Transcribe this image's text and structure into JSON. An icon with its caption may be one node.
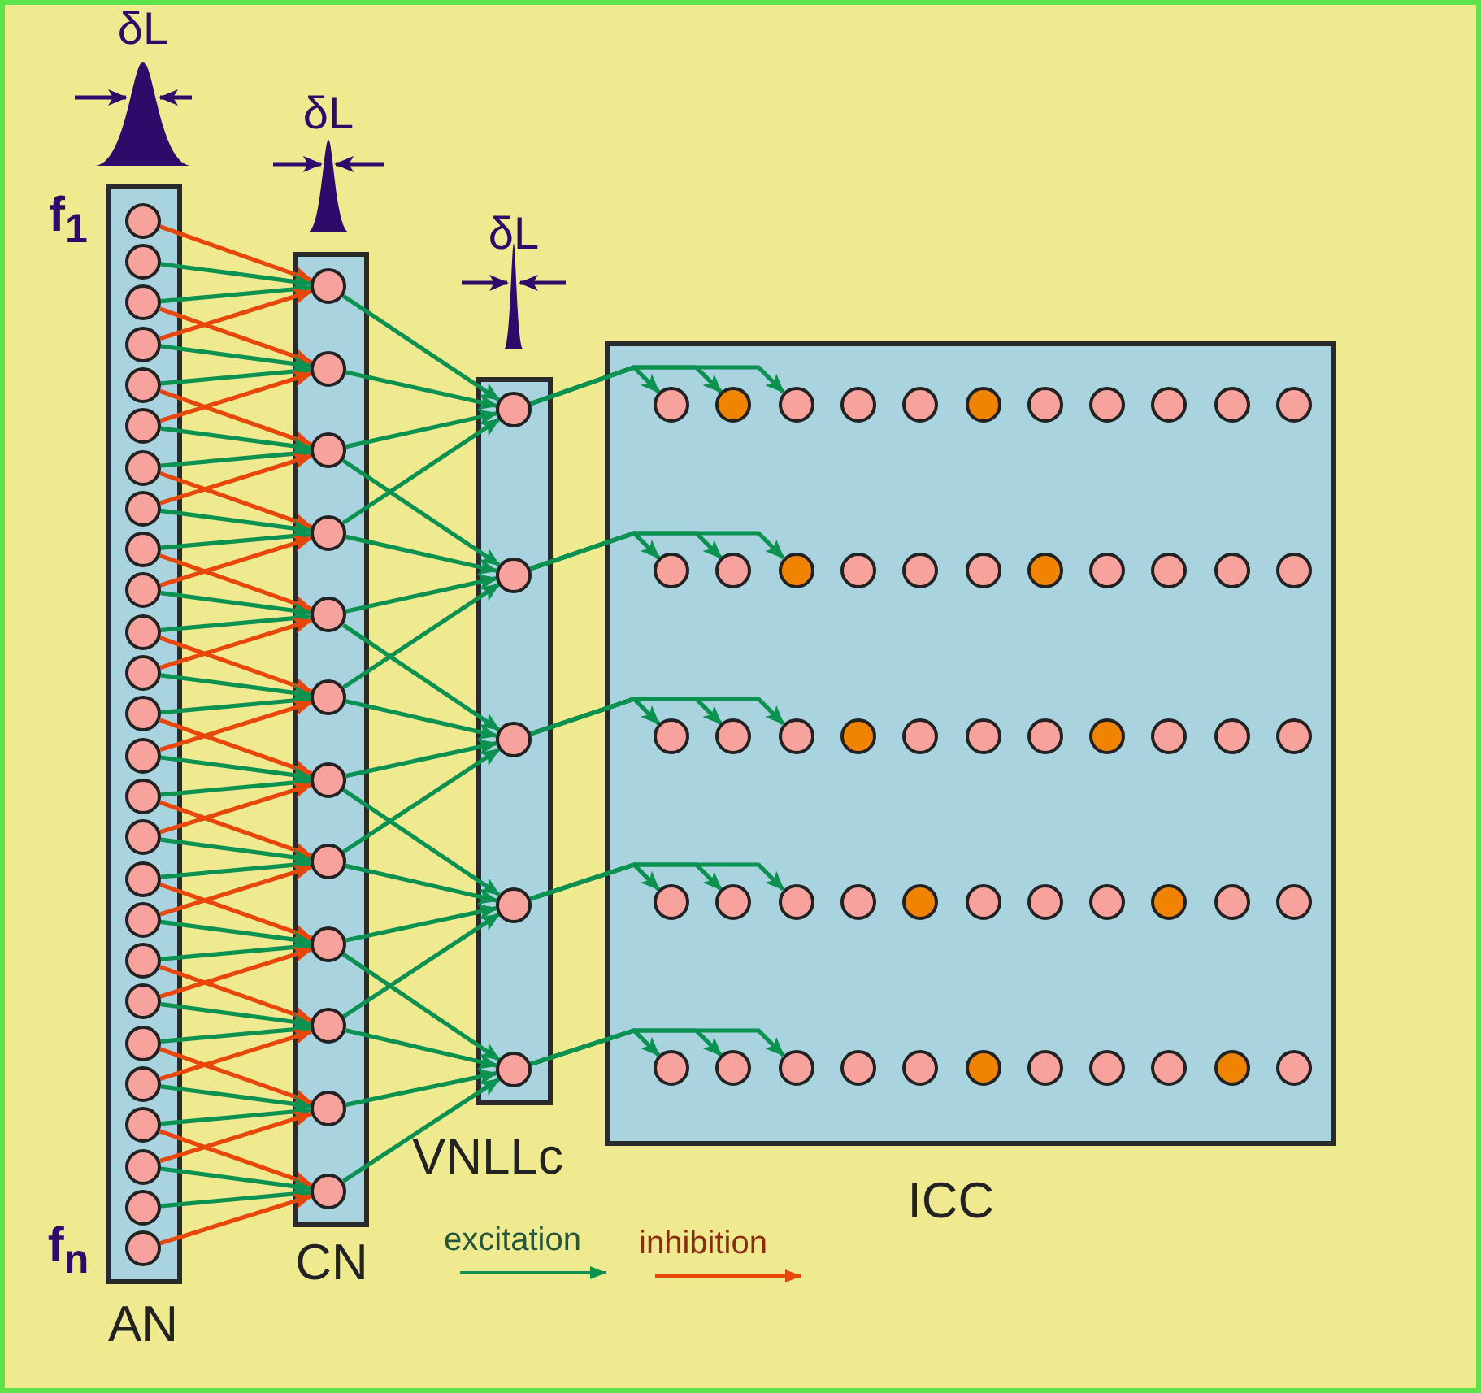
{
  "diagram": {
    "nodes": [
      {
        "text": [
          "AN"
        ]
      },
      {
        "text": [],
        "shape": "circle",
        "in": 0
      },
      {
        "text": [],
        "shape": "circle",
        "in": 0
      },
      {
        "text": [],
        "shape": "circle",
        "in": 0
      },
      {
        "text": [],
        "shape": "circle",
        "in": 0
      },
      {
        "text": [],
        "shape": "circle",
        "in": 0
      },
      {
        "text": [],
        "shape": "circle",
        "in": 0
      },
      {
        "text": [],
        "shape": "circle",
        "in": 0
      },
      {
        "text": [],
        "shape": "circle",
        "in": 0
      },
      {
        "text": [],
        "shape": "circle",
        "in": 0
      },
      {
        "text": [],
        "shape": "circle",
        "in": 0
      },
      {
        "text": [],
        "shape": "circle",
        "in": 0
      },
      {
        "text": [],
        "shape": "circle",
        "in": 0
      },
      {
        "text": [],
        "shape": "circle",
        "in": 0
      },
      {
        "text": [],
        "shape": "circle",
        "in": 0
      },
      {
        "text": [],
        "shape": "circle",
        "in": 0
      },
      {
        "text": [],
        "shape": "circle",
        "in": 0
      },
      {
        "text": [],
        "shape": "circle",
        "in": 0
      },
      {
        "text": [],
        "shape": "circle",
        "in": 0
      },
      {
        "text": [],
        "shape": "circle",
        "in": 0
      },
      {
        "text": [],
        "shape": "circle",
        "in": 0
      },
      {
        "text": [],
        "shape": "circle",
        "in": 0
      },
      {
        "text": [],
        "shape": "circle",
        "in": 0
      },
      {
        "text": [],
        "shape": "circle",
        "in": 0
      },
      {
        "text": [],
        "shape": "circle",
        "in": 0
      },
      {
        "text": [],
        "shape": "circle",
        "in": 0
      },
      {
        "text": [],
        "shape": "circle",
        "in": 0
      },
      {
        "text": [
          "CN"
        ]
      },
      {
        "text": [],
        "shape": "circle",
        "in": 27
      },
      {
        "text": [],
        "shape": "circle",
        "in": 27
      },
      {
        "text": [],
        "shape": "circle",
        "in": 27
      },
      {
        "text": [],
        "shape": "circle",
        "in": 27
      },
      {
        "text": [],
        "shape": "circle",
        "in": 27
      },
      {
        "text": [],
        "shape": "circle",
        "in": 27
      },
      {
        "text": [],
        "shape": "circle",
        "in": 27
      },
      {
        "text": [],
        "shape": "circle",
        "in": 27
      },
      {
        "text": [],
        "shape": "circle",
        "in": 27
      },
      {
        "text": [],
        "shape": "circle",
        "in": 27
      },
      {
        "text": [],
        "shape": "circle",
        "in": 27
      },
      {
        "text": [],
        "shape": "circle",
        "in": 27
      },
      {
        "text": [
          "VNLLc"
        ]
      },
      {
        "text": [],
        "shape": "circle",
        "in": 40
      },
      {
        "text": [],
        "shape": "circle",
        "in": 40
      },
      {
        "text": [],
        "shape": "circle",
        "in": 40
      },
      {
        "text": [],
        "shape": "circle",
        "in": 40
      },
      {
        "text": [],
        "shape": "circle",
        "in": 40
      },
      {
        "text": [
          "ICC"
        ]
      },
      {
        "text": [],
        "shape": "circle",
        "in": 46
      },
      {
        "text": [],
        "shape": "circle",
        "in": 46
      },
      {
        "text": [],
        "shape": "circle",
        "in": 46
      },
      {
        "text": [],
        "shape": "circle",
        "in": 46
      },
      {
        "text": [],
        "shape": "circle",
        "in": 46
      },
      {
        "text": [],
        "shape": "circle",
        "in": 46
      },
      {
        "text": [],
        "shape": "circle",
        "in": 46
      },
      {
        "text": [],
        "shape": "circle",
        "in": 46
      },
      {
        "text": [],
        "shape": "circle",
        "in": 46
      },
      {
        "text": [],
        "shape": "circle",
        "in": 46
      },
      {
        "text": [],
        "shape": "circle",
        "in": 46
      },
      {
        "text": [],
        "shape": "circle",
        "in": 46
      },
      {
        "text": [],
        "shape": "circle",
        "in": 46
      },
      {
        "text": [],
        "shape": "circle",
        "in": 46
      },
      {
        "text": [],
        "shape": "circle",
        "in": 46
      },
      {
        "text": [],
        "shape": "circle",
        "in": 46
      },
      {
        "text": [],
        "shape": "circle",
        "in": 46
      },
      {
        "text": [],
        "shape": "circle",
        "in": 46
      },
      {
        "text": [],
        "shape": "circle",
        "in": 46
      },
      {
        "text": [],
        "shape": "circle",
        "in": 46
      },
      {
        "text": [],
        "shape": "circle",
        "in": 46
      },
      {
        "text": [],
        "shape": "circle",
        "in": 46
      },
      {
        "text": [],
        "shape": "circle",
        "in": 46
      },
      {
        "text": [],
        "shape": "circle",
        "in": 46
      },
      {
        "text": [],
        "shape": "circle",
        "in": 46
      },
      {
        "text": [],
        "shape": "circle",
        "in": 46
      },
      {
        "text": [],
        "shape": "circle",
        "in": 46
      },
      {
        "text": [],
        "shape": "circle",
        "in": 46
      },
      {
        "text": [],
        "shape": "circle",
        "in": 46
      },
      {
        "text": [],
        "shape": "circle",
        "in": 46
      },
      {
        "text": [],
        "shape": "circle",
        "in": 46
      },
      {
        "text": [],
        "shape": "circle",
        "in": 46
      },
      {
        "text": [],
        "shape": "circle",
        "in": 46
      },
      {
        "text": [],
        "shape": "circle",
        "in": 46
      },
      {
        "text": [],
        "shape": "circle",
        "in": 46
      },
      {
        "text": [],
        "shape": "circle",
        "in": 46
      },
      {
        "text": [],
        "shape": "circle",
        "in": 46
      },
      {
        "text": [],
        "shape": "circle",
        "in": 46
      },
      {
        "text": [],
        "shape": "circle",
        "in": 46
      },
      {
        "text": [],
        "shape": "circle",
        "in": 46
      },
      {
        "text": [],
        "shape": "circle",
        "in": 46
      },
      {
        "text": [],
        "shape": "circle",
        "in": 46
      },
      {
        "text": [],
        "shape": "circle",
        "in": 46
      },
      {
        "text": [],
        "shape": "circle",
        "in": 46
      },
      {
        "text": [],
        "shape": "circle",
        "in": 46
      },
      {
        "text": [],
        "shape": "circle",
        "in": 46
      },
      {
        "text": [],
        "shape": "circle",
        "in": 46
      },
      {
        "text": [],
        "shape": "circle",
        "in": 46
      },
      {
        "text": [],
        "shape": "circle",
        "in": 46
      },
      {
        "text": [],
        "shape": "circle",
        "in": 46
      },
      {
        "text": [],
        "shape": "circle",
        "in": 46
      },
      {
        "text": [],
        "shape": "circle",
        "in": 46
      },
      {
        "text": [],
        "shape": "circle",
        "in": 46
      },
      {
        "text": [],
        "shape": "circle",
        "in": 46
      },
      {
        "text": [],
        "shape": "circle",
        "in": 46
      }
    ],
    "edges": [
      {
        "from": 1,
        "to": 28,
        "arrow": "to",
        "color": "#e8470c"
      },
      {
        "from": 2,
        "to": 28,
        "arrow": "to"
      },
      {
        "from": 3,
        "to": 28,
        "arrow": "to"
      },
      {
        "from": 4,
        "to": 28,
        "arrow": "to",
        "color": "#e8470c"
      },
      {
        "from": 3,
        "to": 29,
        "arrow": "to",
        "color": "#e8470c"
      },
      {
        "from": 4,
        "to": 29,
        "arrow": "to"
      },
      {
        "from": 5,
        "to": 29,
        "arrow": "to"
      },
      {
        "from": 6,
        "to": 29,
        "arrow": "to",
        "color": "#e8470c"
      },
      {
        "from": 5,
        "to": 30,
        "arrow": "to",
        "color": "#e8470c"
      },
      {
        "from": 6,
        "to": 30,
        "arrow": "to"
      },
      {
        "from": 7,
        "to": 30,
        "arrow": "to"
      },
      {
        "from": 8,
        "to": 30,
        "arrow": "to",
        "color": "#e8470c"
      },
      {
        "from": 7,
        "to": 31,
        "arrow": "to",
        "color": "#e8470c"
      },
      {
        "from": 8,
        "to": 31,
        "arrow": "to"
      },
      {
        "from": 9,
        "to": 31,
        "arrow": "to"
      },
      {
        "from": 10,
        "to": 31,
        "arrow": "to",
        "color": "#e8470c"
      },
      {
        "from": 9,
        "to": 32,
        "arrow": "to",
        "color": "#e8470c"
      },
      {
        "from": 10,
        "to": 32,
        "arrow": "to"
      },
      {
        "from": 11,
        "to": 32,
        "arrow": "to"
      },
      {
        "from": 12,
        "to": 32,
        "arrow": "to",
        "color": "#e8470c"
      },
      {
        "from": 11,
        "to": 33,
        "arrow": "to",
        "color": "#e8470c"
      },
      {
        "from": 12,
        "to": 33,
        "arrow": "to"
      },
      {
        "from": 13,
        "to": 33,
        "arrow": "to"
      },
      {
        "from": 14,
        "to": 33,
        "arrow": "to",
        "color": "#e8470c"
      },
      {
        "from": 13,
        "to": 34,
        "arrow": "to",
        "color": "#e8470c"
      },
      {
        "from": 14,
        "to": 34,
        "arrow": "to"
      },
      {
        "from": 15,
        "to": 34,
        "arrow": "to"
      },
      {
        "from": 16,
        "to": 34,
        "arrow": "to",
        "color": "#e8470c"
      },
      {
        "from": 15,
        "to": 35,
        "arrow": "to",
        "color": "#e8470c"
      },
      {
        "from": 16,
        "to": 35,
        "arrow": "to"
      },
      {
        "from": 17,
        "to": 35,
        "arrow": "to"
      },
      {
        "from": 18,
        "to": 35,
        "arrow": "to",
        "color": "#e8470c"
      },
      {
        "from": 17,
        "to": 36,
        "arrow": "to",
        "color": "#e8470c"
      },
      {
        "from": 18,
        "to": 36,
        "arrow": "to"
      },
      {
        "from": 19,
        "to": 36,
        "arrow": "to"
      },
      {
        "from": 20,
        "to": 36,
        "arrow": "to",
        "color": "#e8470c"
      },
      {
        "from": 19,
        "to": 37,
        "arrow": "to",
        "color": "#e8470c"
      },
      {
        "from": 20,
        "to": 37,
        "arrow": "to"
      },
      {
        "from": 21,
        "to": 37,
        "arrow": "to"
      },
      {
        "from": 22,
        "to": 37,
        "arrow": "to",
        "color": "#e8470c"
      },
      {
        "from": 21,
        "to": 38,
        "arrow": "to",
        "color": "#e8470c"
      },
      {
        "from": 22,
        "to": 38,
        "arrow": "to"
      },
      {
        "from": 23,
        "to": 38,
        "arrow": "to"
      },
      {
        "from": 24,
        "to": 38,
        "arrow": "to",
        "color": "#e8470c"
      },
      {
        "from": 23,
        "to": 39,
        "arrow": "to",
        "color": "#e8470c"
      },
      {
        "from": 24,
        "to": 39,
        "arrow": "to"
      },
      {
        "from": 25,
        "to": 39,
        "arrow": "to"
      },
      {
        "from": 26,
        "to": 39,
        "arrow": "to",
        "color": "#e8470c"
      },
      {
        "from": 28,
        "to": 41,
        "arrow": "to"
      },
      {
        "from": 29,
        "to": 41,
        "arrow": "to"
      },
      {
        "from": 30,
        "to": 41,
        "arrow": "to"
      },
      {
        "from": 31,
        "to": 41,
        "arrow": "to"
      },
      {
        "from": 30,
        "to": 42,
        "arrow": "to"
      },
      {
        "from": 31,
        "to": 42,
        "arrow": "to"
      },
      {
        "from": 32,
        "to": 42,
        "arrow": "to"
      },
      {
        "from": 33,
        "to": 42,
        "arrow": "to"
      },
      {
        "from": 32,
        "to": 43,
        "arrow": "to"
      },
      {
        "from": 33,
        "to": 43,
        "arrow": "to"
      },
      {
        "from": 34,
        "to": 43,
        "arrow": "to"
      },
      {
        "from": 35,
        "to": 43,
        "arrow": "to"
      },
      {
        "from": 34,
        "to": 44,
        "arrow": "to"
      },
      {
        "from": 35,
        "to": 44,
        "arrow": "to"
      },
      {
        "from": 36,
        "to": 44,
        "arrow": "to"
      },
      {
        "from": 37,
        "to": 44,
        "arrow": "to"
      },
      {
        "from": 36,
        "to": 45,
        "arrow": "to"
      },
      {
        "from": 37,
        "to": 45,
        "arrow": "to"
      },
      {
        "from": 38,
        "to": 45,
        "arrow": "to"
      },
      {
        "from": 39,
        "to": 45,
        "arrow": "to"
      },
      {
        "from": 41,
        "to": 47,
        "arrow": "to"
      },
      {
        "from": 41,
        "to": 48,
        "arrow": "to"
      },
      {
        "from": 41,
        "to": 49,
        "arrow": "to"
      },
      {
        "from": 42,
        "to": 58,
        "arrow": "to"
      },
      {
        "from": 42,
        "to": 59,
        "arrow": "to"
      },
      {
        "from": 42,
        "to": 60,
        "arrow": "to"
      },
      {
        "from": 43,
        "to": 69,
        "arrow": "to"
      },
      {
        "from": 43,
        "to": 70,
        "arrow": "to"
      },
      {
        "from": 43,
        "to": 71,
        "arrow": "to"
      },
      {
        "from": 44,
        "to": 80,
        "arrow": "to"
      },
      {
        "from": 44,
        "to": 81,
        "arrow": "to"
      },
      {
        "from": 44,
        "to": 82,
        "arrow": "to"
      },
      {
        "from": 45,
        "to": 91,
        "arrow": "to"
      },
      {
        "from": 45,
        "to": 92,
        "arrow": "to"
      },
      {
        "from": 45,
        "to": 93,
        "arrow": "to"
      }
    ],
    "labels": [
      "δL",
      "δL",
      "δL",
      "f$_{1}$",
      "f$_{n}$"
    ],
    "legend": [
      {
        "text": "excitation"
      },
      {
        "text": "inhibition"
      }
    ]
  }
}
